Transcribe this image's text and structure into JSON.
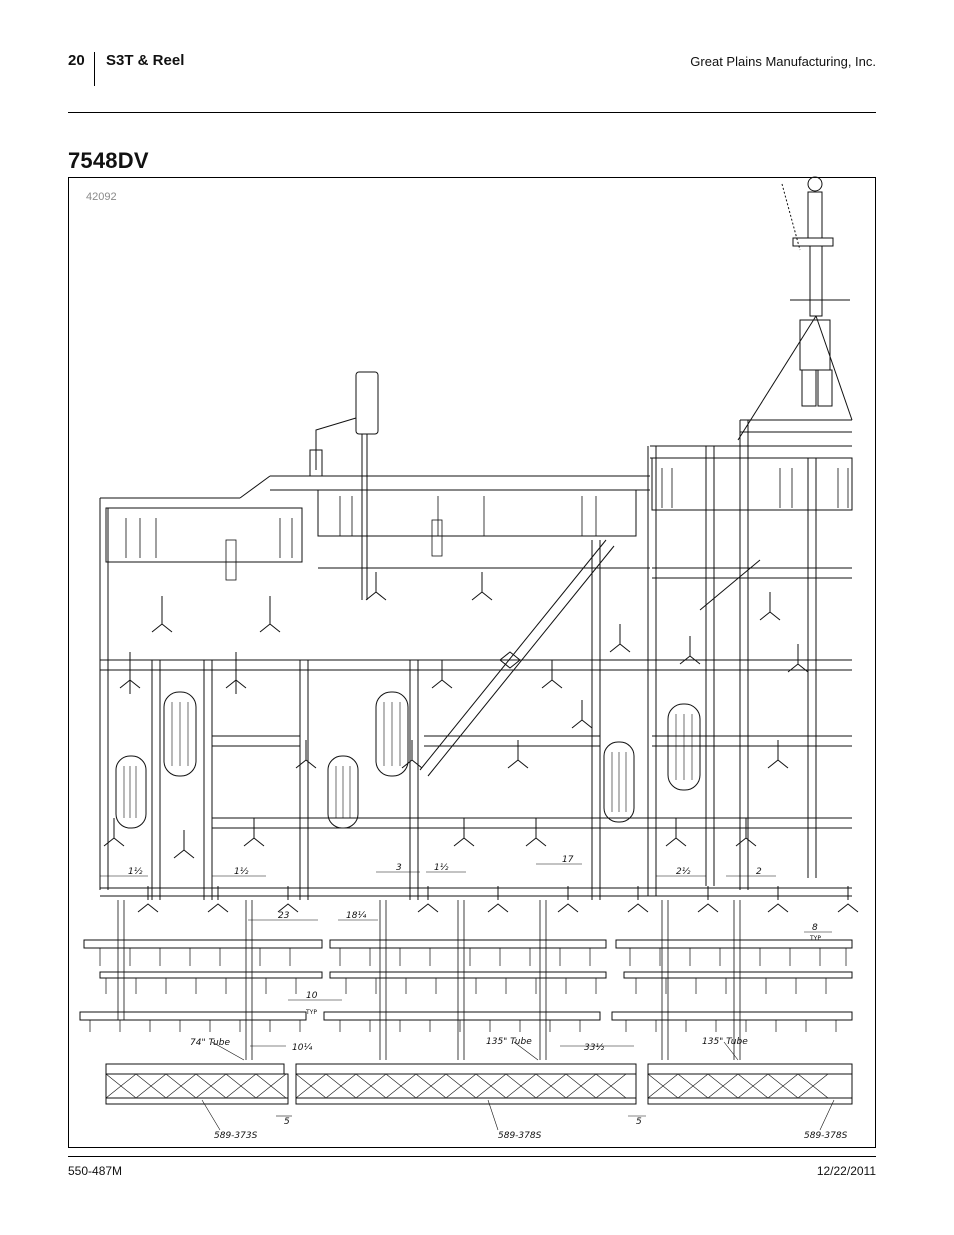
{
  "header": {
    "page_number": "20",
    "document_title": "S3T & Reel",
    "company": "Great Plains Manufacturing, Inc."
  },
  "section_title": "7548DV",
  "figure": {
    "figure_number": "42092",
    "dimensions": {
      "d1": "1½",
      "d2": "1½",
      "d3": "23",
      "d4": "18¼",
      "d5": "3",
      "d6": "1½",
      "d7": "17",
      "d8": "2½",
      "d9": "2",
      "d10": "8",
      "d10_typ": "TYP",
      "d11": "10",
      "d11_typ": "TYP",
      "d12": "10¼",
      "d13": "33½",
      "d14": "5",
      "d15": "5"
    },
    "callouts": {
      "tube_74": "74\" Tube",
      "tube_135a": "135\" Tube",
      "tube_135b": "135\" Tube",
      "part_a": "589-373S",
      "part_b": "589-378S",
      "part_c": "589-378S"
    }
  },
  "footer": {
    "part_number": "550-487M",
    "date": "12/22/2011"
  }
}
